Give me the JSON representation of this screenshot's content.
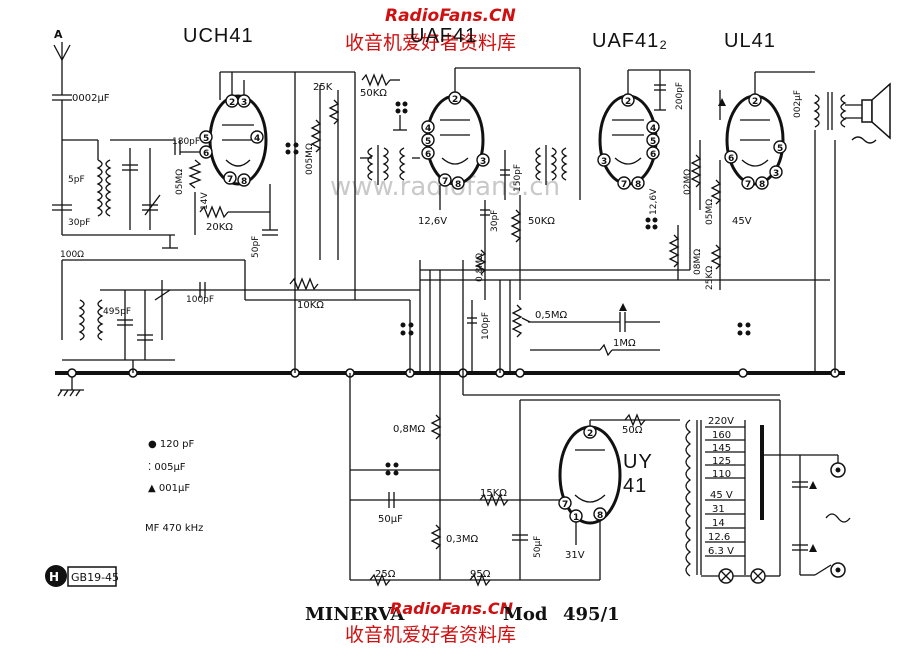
{
  "watermark": {
    "top_site": "RadioFans.CN",
    "top_cn": "收音机爱好者资料库",
    "center_faint": "www.radiofans.cn",
    "bottom_site": "RadioFans.CN",
    "bottom_cn": "收音机爱好者资料库"
  },
  "tubes": {
    "t1": "UCH41",
    "t2": "UAF41",
    "t3": "UAF41₂",
    "t4": "UL41",
    "rect_line1": "UY",
    "rect_line2": "41"
  },
  "antenna_label": "A",
  "components": {
    "c_ant": "0002µF",
    "c180": "180pF",
    "c5": "5pF",
    "c30": "30pF",
    "r05": "05MΩ",
    "v14": "14V",
    "r20k": "20KΩ",
    "c50p": "50pF",
    "r005": "005MΩ",
    "r25k": "25K",
    "r50k_a": "50KΩ",
    "v126_a": "12,6V",
    "c30_b": "30pF",
    "c150": "150pF",
    "r50k_b": "50KΩ",
    "r08_a": "0,8MΩ",
    "c200": "200pF",
    "v126_b": "12,6V",
    "r02": "02MΩ",
    "r08_b": "08MΩ",
    "c002": "002µF",
    "r05_b": "05MΩ",
    "v45": "45V",
    "r25k_b": "25KΩ",
    "r100": "100Ω",
    "c495": "495pF",
    "c100_a": "100pF",
    "r10k": "10KΩ",
    "c100_b": "100pF",
    "r05m": "0,5MΩ",
    "r1m": "1MΩ",
    "r08_c": "0,8MΩ",
    "c50u_a": "50µF",
    "r15k": "15KΩ",
    "r03": "0,3MΩ",
    "c50u_b": "50µF",
    "r25": "25Ω",
    "r95": "95Ω",
    "v31": "31V",
    "r50": "50Ω",
    "taps": [
      "220V",
      "160",
      "145",
      "125",
      "110",
      "45 V",
      "31",
      "14",
      "12.6",
      "6.3 V"
    ]
  },
  "legend": {
    "l1": "● 120 pF",
    "l2": "⁚ 005µF",
    "l3": "▲ 001µF",
    "mf": "MF 470 kHz"
  },
  "badge": "GB19-45",
  "title": {
    "brand": "MINERVA",
    "model_label": "Mod",
    "model_num": "495/1"
  }
}
